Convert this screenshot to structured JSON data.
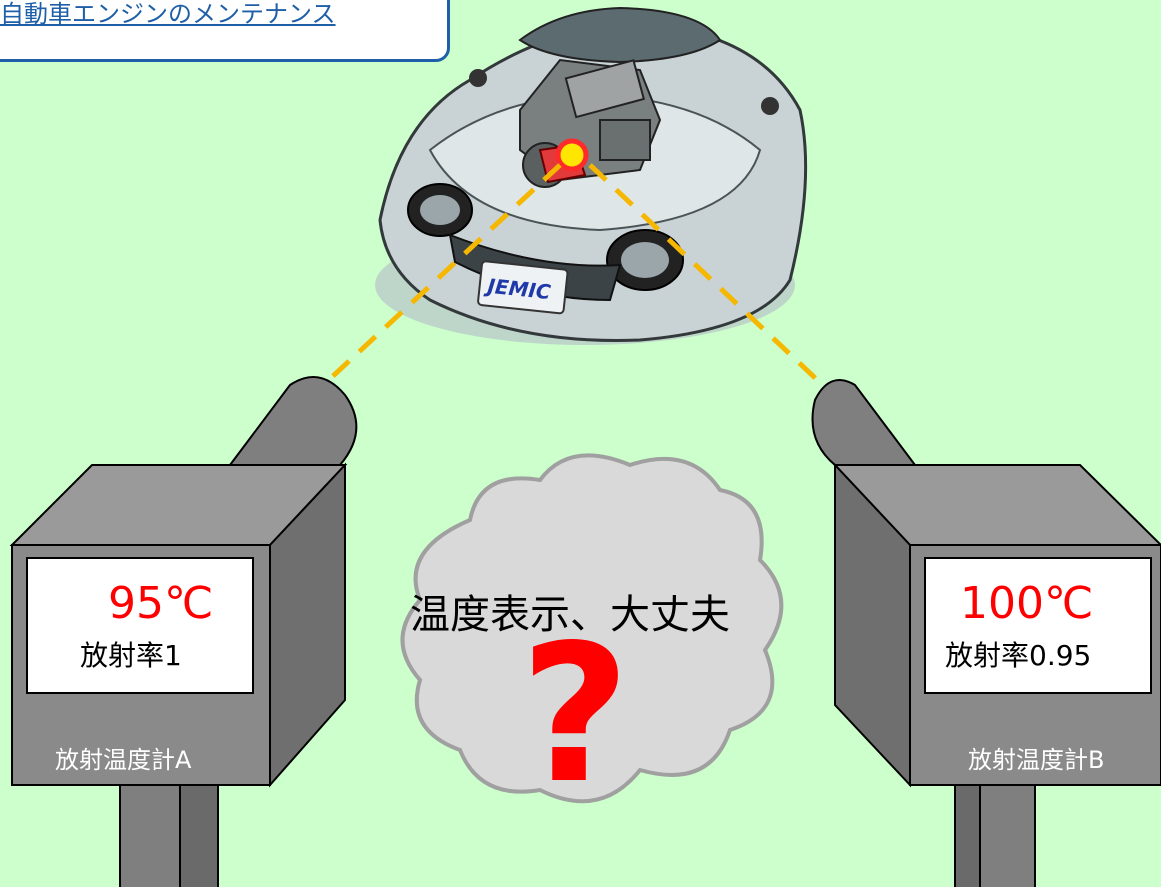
{
  "title": "自動車エンジンのメンテナンス",
  "car": {
    "plate": "JEMIC"
  },
  "meter_a": {
    "temperature": "95℃",
    "emissivity": "放射率1",
    "label": "放射温度計A"
  },
  "meter_b": {
    "temperature": "100℃",
    "emissivity": "放射率0.95",
    "label": "放射温度計B"
  },
  "cloud": {
    "question": "温度表示、大丈夫",
    "mark": "?"
  },
  "colors": {
    "background": "#ccffcc",
    "link": "#1f5fa8",
    "beam": "#f5b700",
    "meter_body": "#7f7f7f",
    "temperature": "#ff0000",
    "cloud": "#d9d9d9"
  }
}
